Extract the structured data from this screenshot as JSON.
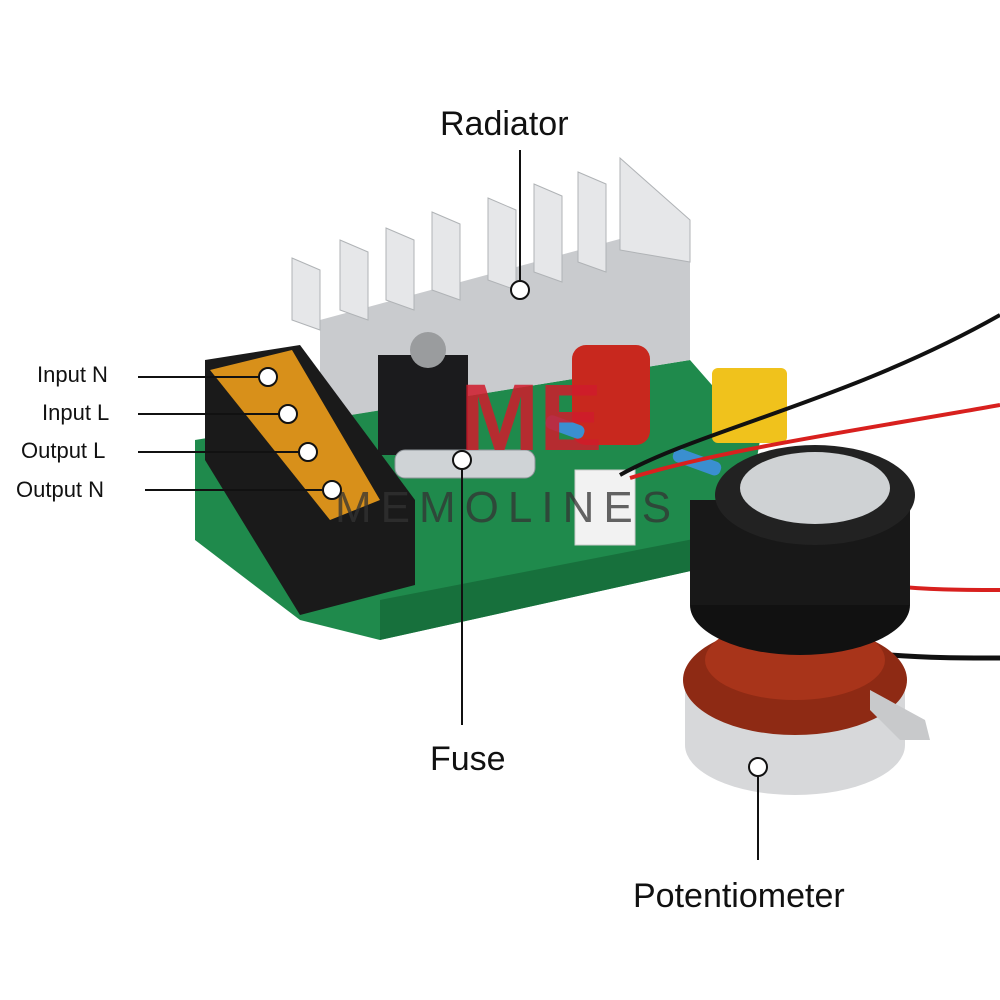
{
  "labels": {
    "radiator": "Radiator",
    "input_n": "Input N",
    "input_l": "Input L",
    "output_l": "Output L",
    "output_n": "Output N",
    "fuse": "Fuse",
    "potentiometer": "Potentiometer"
  },
  "watermark": {
    "logo": "ME",
    "text": "MEMOLINES"
  },
  "colors": {
    "pcb": "#1f8a4c",
    "terminal": "#e89a1a",
    "heatsink": "#d4d6d8",
    "capacitor": "#c8281e",
    "logo_red": "#d01c2c"
  }
}
